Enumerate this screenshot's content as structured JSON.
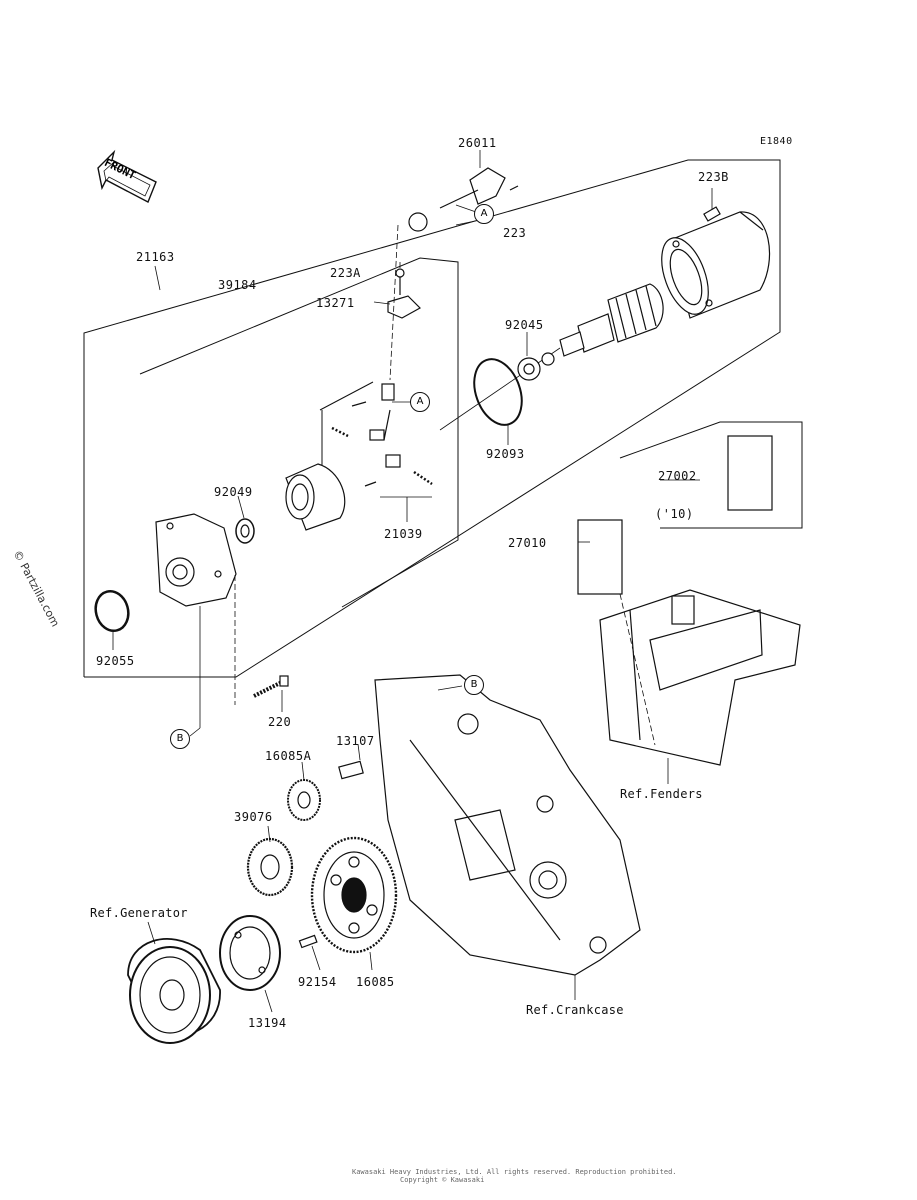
{
  "diagram": {
    "code": "E1840",
    "front_label": "FRONT",
    "watermark": "© Partzilla.com",
    "footer_line1": "Kawasaki Heavy Industries, Ltd. All rights reserved. Reproduction prohibited.",
    "footer_line2": "Copyright © Kawasaki"
  },
  "parts": {
    "p26011": "26011",
    "p223": "223",
    "p223B": "223B",
    "p21163": "21163",
    "p39184": "39184",
    "p223A": "223A",
    "p13271": "13271",
    "p92045": "92045",
    "p92093": "92093",
    "p92049": "92049",
    "p21039": "21039",
    "p27002": "27002",
    "p27002_year": "('10)",
    "p27010": "27010",
    "p92055": "92055",
    "p220": "220",
    "p13107": "13107",
    "p16085A": "16085A",
    "p39076": "39076",
    "p16085": "16085",
    "p92154": "92154",
    "p13194": "13194"
  },
  "refs": {
    "fenders": "Ref.Fenders",
    "generator": "Ref.Generator",
    "crankcase": "Ref.Crankcase"
  },
  "callouts": {
    "a1": "A",
    "a2": "A",
    "b1": "B",
    "b2": "B"
  }
}
